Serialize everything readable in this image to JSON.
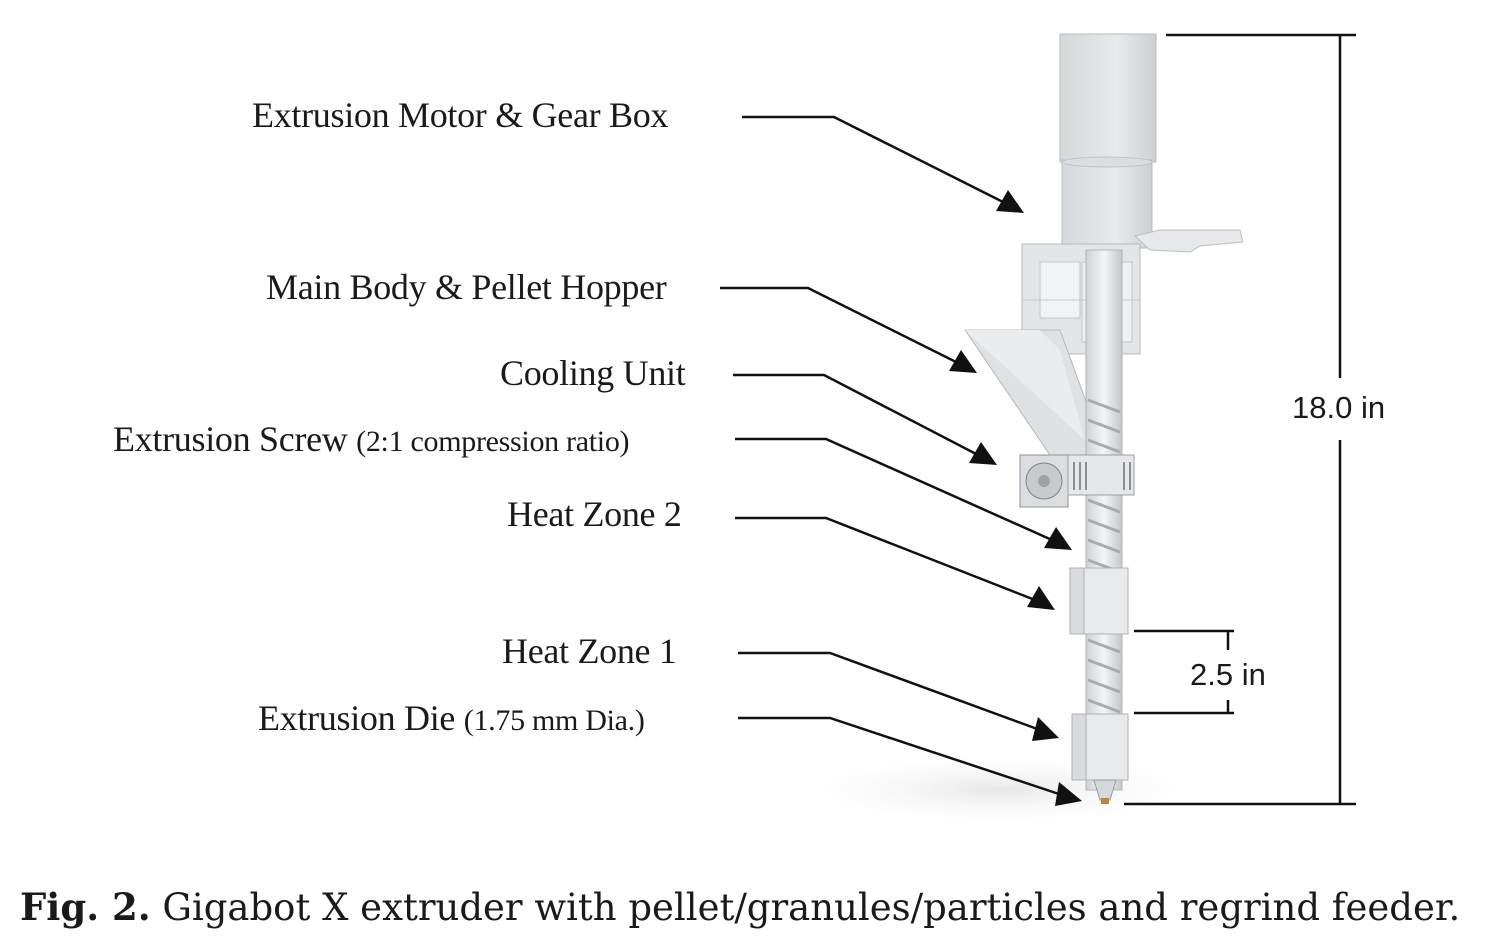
{
  "labels": {
    "motor": "Extrusion Motor & Gear Box",
    "body": "Main Body & Pellet Hopper",
    "cooling": "Cooling Unit",
    "screw_main": "Extrusion Screw",
    "screw_note": "(2:1 compression ratio)",
    "zone2": "Heat Zone 2",
    "zone1": "Heat Zone 1",
    "die_main": "Extrusion Die",
    "die_note": "(1.75 mm Dia.)"
  },
  "dimensions": {
    "overall": "18.0 in",
    "zone_spacing": "2.5 in"
  },
  "caption": {
    "number": "Fig. 2.",
    "text": " Gigabot X extruder with pellet/granules/particles and regrind feeder."
  }
}
